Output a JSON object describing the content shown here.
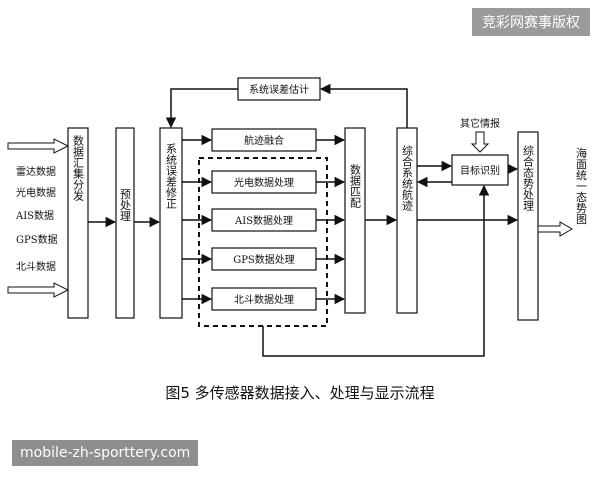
{
  "watermark_top": "竞彩网赛事版权",
  "watermark_bottom": "mobile-zh-sporttery.com",
  "caption": "图5  多传感器数据接入、处理与显示流程",
  "inputs": [
    "雷达数据",
    "光电数据",
    "AIS数据",
    "GPS数据",
    "北斗数据"
  ],
  "blocks": {
    "gather": "数据汇集分发",
    "preprocess": "预处理",
    "correct": "系统误差修正",
    "estimate": "系统误差估计",
    "track_fusion": "航迹融合",
    "eo": "光电数据处理",
    "ais": "AIS数据处理",
    "gps": "GPS数据处理",
    "beidou": "北斗数据处理",
    "match": "数据匹配",
    "comp_track": "综合系统航迹",
    "other_info": "其它情报",
    "target_id": "目标识别",
    "situation": "综合态势处理"
  },
  "output_label": "海面统一态势图"
}
